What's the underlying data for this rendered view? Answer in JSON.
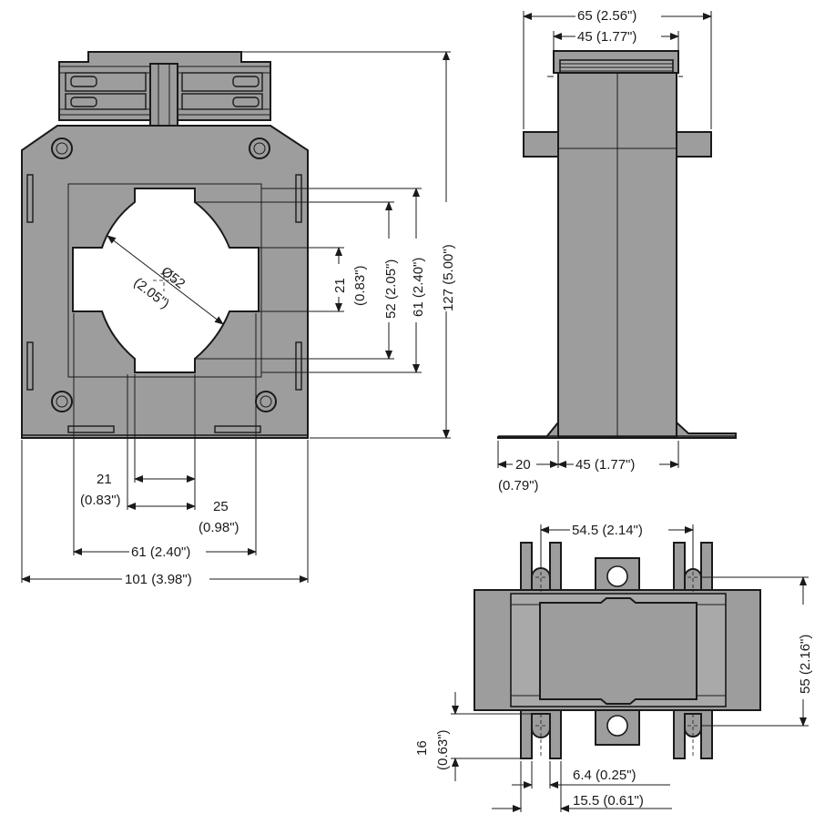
{
  "front_view": {
    "dim_width": "101 (3.98\")",
    "dim_window_width": "61 (2.40\")",
    "dim_busbar_width": "21",
    "dim_busbar_width_in": "(0.83\")",
    "dim_busbar_offset": "25",
    "dim_busbar_offset_in": "(0.98\")",
    "dim_height": "127 (5.00\")",
    "dim_window_height": "61 (2.40\")",
    "dim_round_height": "52 (2.05\")",
    "dim_busbar_height": "21",
    "dim_busbar_height_in": "(0.83\")",
    "dim_diameter": "Ø52",
    "dim_diameter_in": "(2.05\")"
  },
  "side_view": {
    "dim_total_depth": "65 (2.56\")",
    "dim_body_depth": "45 (1.77\")",
    "dim_foot": "20",
    "dim_foot_in": "(0.79\")",
    "dim_base": "45 (1.77\")"
  },
  "bottom_view": {
    "dim_slot_spacing": "54.5 (2.14\")",
    "dim_slot_vertical": "55 (2.16\")",
    "dim_slot_depth": "16",
    "dim_slot_depth_in": "(0.63\")",
    "dim_slot_width": "6.4 (0.25\")",
    "dim_tab_width": "15.5 (0.61\")"
  }
}
